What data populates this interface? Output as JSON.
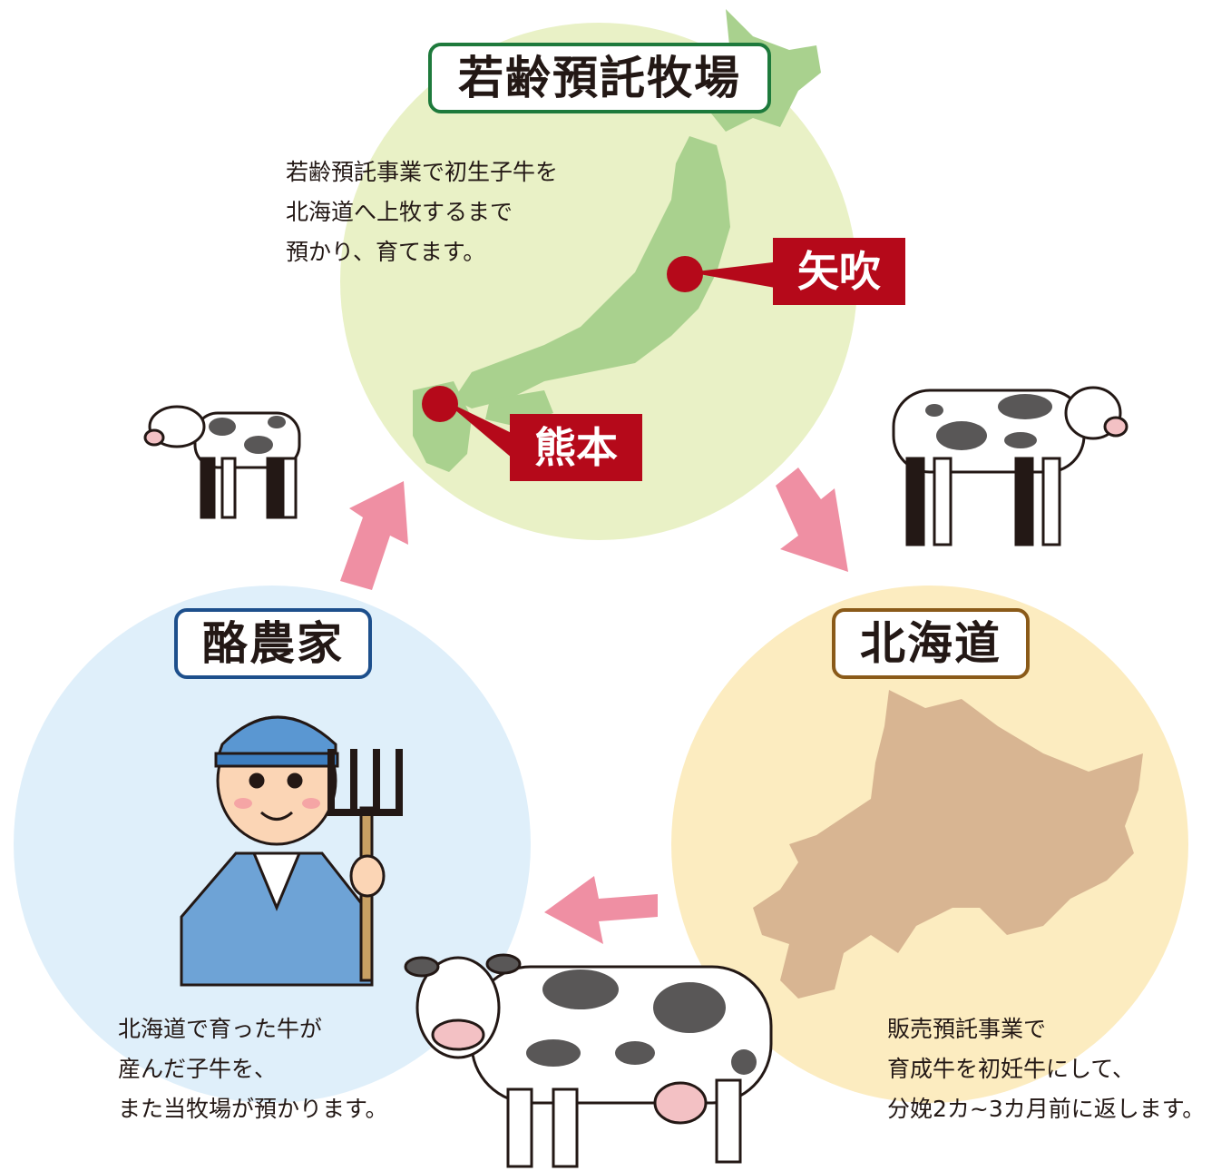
{
  "top": {
    "title": "若齢預託牧場",
    "description": "若齢預託事業で初生子牛を\n北海道へ上牧するまで\n預かり、育てます。",
    "places": [
      "矢吹",
      "熊本"
    ]
  },
  "right": {
    "title": "北海道",
    "description": "販売預託事業で\n育成牛を初妊牛にして、\n分娩2カ~3カ月前に返します。"
  },
  "left": {
    "title": "酪農家",
    "description": "北海道で育った牛が\n産んだ子牛を、\nまた当牧場が預かります。"
  },
  "colors": {
    "green_circle": "#e9f1c6",
    "blue_circle": "#dfeffa",
    "yellow_circle": "#fcecc0",
    "japan_map": "#a9d18e",
    "hokkaido_map": "#d8b592",
    "arrow": "#ef8fa3",
    "place_label": "#b5091a",
    "green_border": "#1e7a3c",
    "blue_border": "#1d4f8c",
    "brown_border": "#8a5a19"
  }
}
